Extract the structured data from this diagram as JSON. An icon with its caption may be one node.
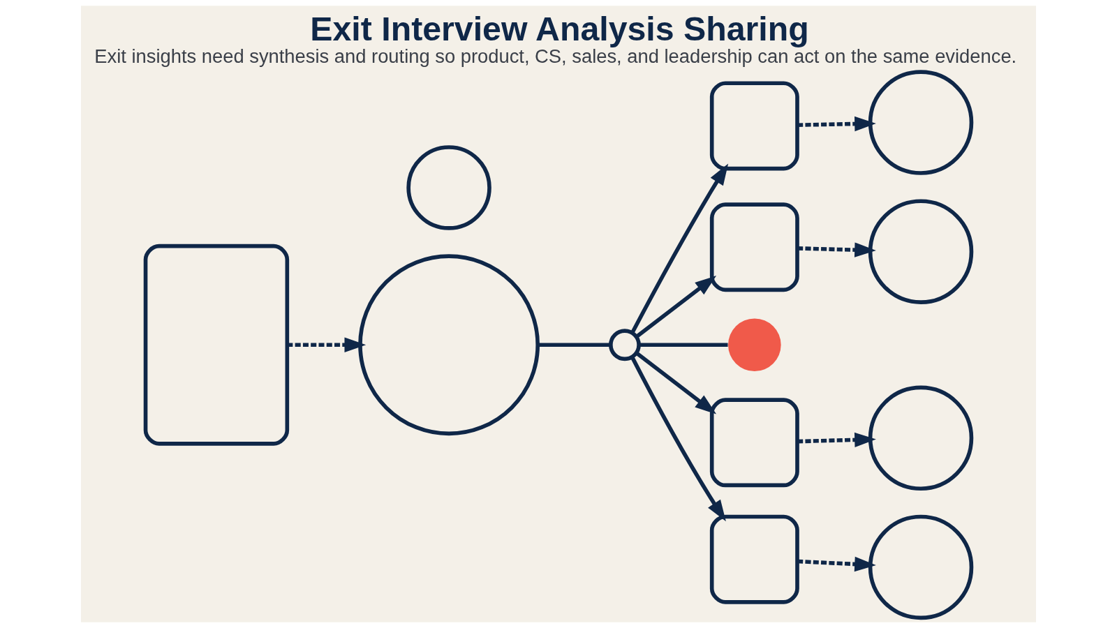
{
  "diagram": {
    "title": "Exit Interview Analysis Sharing",
    "caption": "Exit insights need synthesis and routing so product, CS, sales, and leadership can act on the same evidence.",
    "nodes": [
      {
        "text": [],
        "shape": "box"
      },
      {
        "text": [],
        "shape": "circle"
      },
      {
        "text": [],
        "shape": "circle"
      },
      {
        "text": [],
        "shape": "circle"
      },
      {
        "text": [],
        "shape": "circle"
      },
      {
        "text": [],
        "shape": "box"
      },
      {
        "text": [],
        "shape": "circle"
      },
      {
        "text": [],
        "shape": "box"
      },
      {
        "text": [],
        "shape": "circle"
      },
      {
        "text": [],
        "shape": "box"
      },
      {
        "text": [],
        "shape": "circle"
      },
      {
        "text": [],
        "shape": "box"
      },
      {
        "text": [],
        "shape": "circle"
      }
    ],
    "edges": [
      {
        "from": 0,
        "to": 2,
        "arrow": "to",
        "style": "dashed"
      },
      {
        "from": 2,
        "to": 3,
        "arrow": "none"
      },
      {
        "from": 3,
        "to": 5,
        "arrow": "to"
      },
      {
        "from": 3,
        "to": 7,
        "arrow": "to"
      },
      {
        "from": 3,
        "to": 4,
        "arrow": "none"
      },
      {
        "from": 3,
        "to": 9,
        "arrow": "to"
      },
      {
        "from": 3,
        "to": 11,
        "arrow": "to"
      },
      {
        "from": 5,
        "to": 6,
        "arrow": "to",
        "style": "dashed"
      },
      {
        "from": 7,
        "to": 8,
        "arrow": "to",
        "style": "dashed"
      },
      {
        "from": 9,
        "to": 10,
        "arrow": "to",
        "style": "dashed"
      },
      {
        "from": 11,
        "to": 12,
        "arrow": "to",
        "style": "dashed"
      }
    ]
  }
}
